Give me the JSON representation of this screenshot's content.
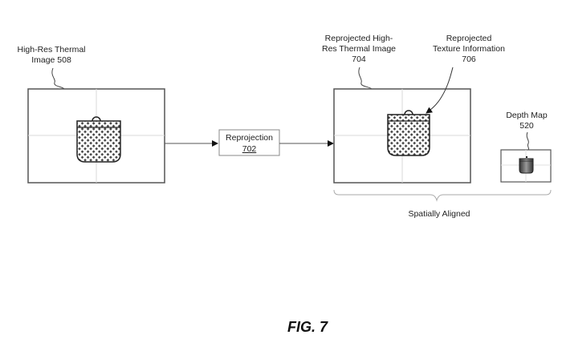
{
  "figure": {
    "caption": "FIG. 7"
  },
  "nodes": {
    "thermal_image": {
      "label_line1": "High-Res Thermal",
      "label_line2": "Image 508"
    },
    "reprojection": {
      "label": "Reprojection",
      "ref": "702"
    },
    "reprojected_image": {
      "label_line1": "Reprojected High-",
      "label_line2": "Res Thermal Image",
      "label_line3": "704"
    },
    "texture_info": {
      "label_line1": "Reprojected",
      "label_line2": "Texture Information",
      "label_line3": "706"
    },
    "depth_map": {
      "label_line1": "Depth Map",
      "label_line2": "520"
    }
  },
  "brace": {
    "label": "Spatially Aligned"
  },
  "colors": {
    "stroke": "#555555",
    "crosshair": "#d8d8d8",
    "text": "#222222"
  }
}
